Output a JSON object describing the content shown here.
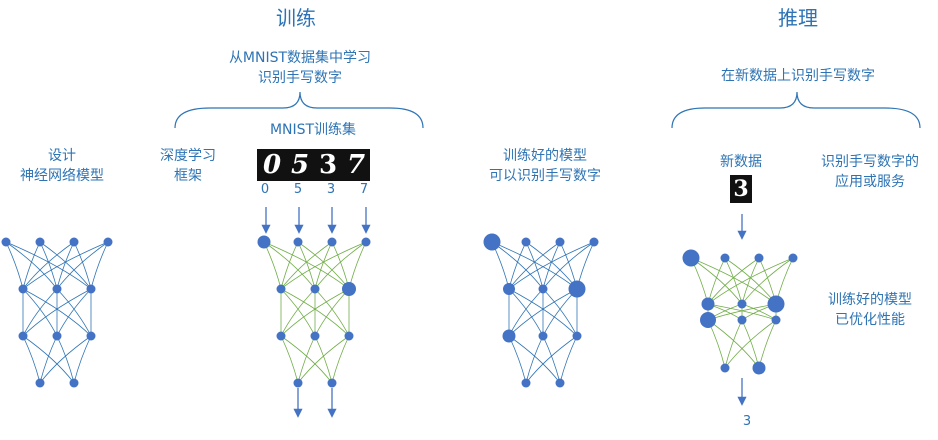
{
  "headings": {
    "training": "训练",
    "inference": "推理"
  },
  "training": {
    "top_caption_line1": "从MNIST数据集中学习",
    "top_caption_line2": "识别手写数字",
    "design_line1": "设计",
    "design_line2": "神经网络模型",
    "framework_line1": "深度学习",
    "framework_line2": "框架",
    "dataset_label": "MNIST训练集",
    "sample_digits": [
      "0",
      "5",
      "3",
      "7"
    ],
    "trained_line1": "训练好的模型",
    "trained_line2": "可以识别手写数字"
  },
  "inference": {
    "top_caption": "在新数据上识别手写数字",
    "new_data_label": "新数据",
    "new_data_digit": "3",
    "app_line1": "识别手写数字的",
    "app_line2": "应用或服务",
    "optimized_line1": "训练好的模型",
    "optimized_line2": "已优化性能",
    "output_digit": "3"
  },
  "colors": {
    "node": "#4472c4",
    "untrained_edge": "#2e74b5",
    "training_edge": "#70ad47",
    "text": "#2e74b5"
  }
}
